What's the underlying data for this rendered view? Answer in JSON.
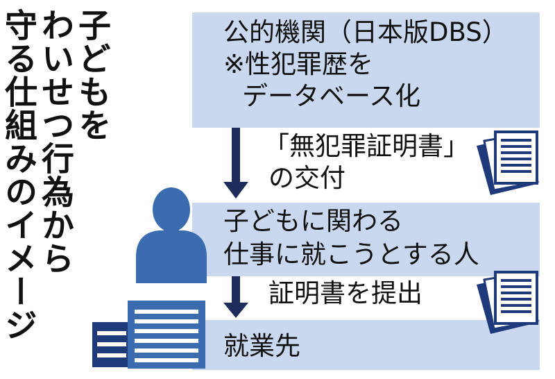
{
  "title": {
    "col1": "子どもを",
    "col2": "わいせつ行為から",
    "col3": "守る仕組みのイメージ"
  },
  "boxes": {
    "top": {
      "line1": "公的機関（日本版DBS）",
      "line2": "※性犯罪歴を",
      "line3": "データベース化"
    },
    "middle": {
      "line1": "子どもに関わる",
      "line2": "仕事に就こうとする人"
    },
    "bottom": {
      "line1": "就業先"
    }
  },
  "arrows": {
    "first": {
      "line1": "「無犯罪証明書」",
      "line2": "の交付"
    },
    "second": {
      "line1": "証明書を提出"
    }
  },
  "colors": {
    "box_fill": "#c9d8ee",
    "arrow": "#1f2d5c",
    "icon_blue": "#3c6cb0",
    "doc_navy": "#1f3a7a"
  },
  "icons": {
    "document": "document-icon",
    "person": "person-icon",
    "building": "building-icon",
    "arrow": "down-arrow-icon"
  }
}
